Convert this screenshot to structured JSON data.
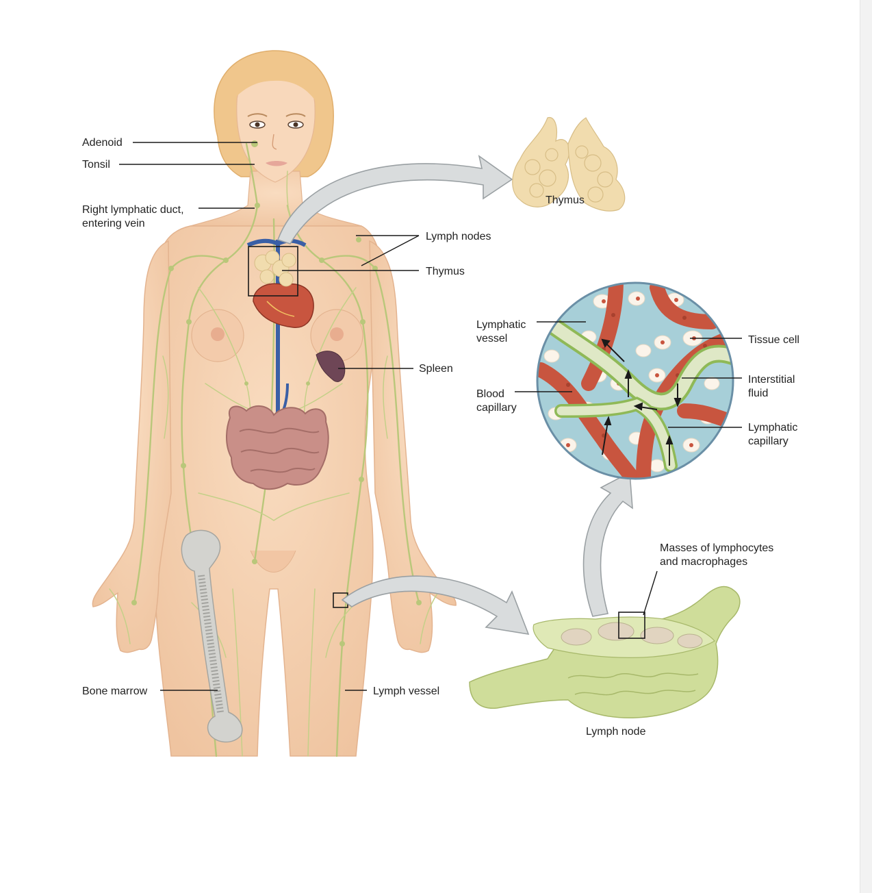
{
  "labels": {
    "adenoid": "Adenoid",
    "tonsil": "Tonsil",
    "right_duct_line1": "Right lymphatic duct,",
    "right_duct_line2": "entering vein",
    "lymph_nodes": "Lymph nodes",
    "thymus": "Thymus",
    "thymus_inset": "Thymus",
    "spleen": "Spleen",
    "bone_marrow": "Bone marrow",
    "lymph_vessel": "Lymph vessel",
    "lymphatic_vessel_line1": "Lymphatic",
    "lymphatic_vessel_line2": "vessel",
    "blood_capillary_line1": "Blood",
    "blood_capillary_line2": "capillary",
    "tissue_cell": "Tissue cell",
    "interstitial_fluid_line1": "Interstitial",
    "interstitial_fluid_line2": "fluid",
    "lymphatic_capillary_line1": "Lymphatic",
    "lymphatic_capillary_line2": "capillary",
    "masses_line1": "Masses of lymphocytes",
    "masses_line2": "and macrophages",
    "lymph_node": "Lymph node"
  },
  "colors": {
    "skin": "#f6d3b3",
    "skin_shadow": "#e8b995",
    "hair": "#f0c68c",
    "lymph": "#b9c77a",
    "vein": "#3a5fa6",
    "spleen": "#6e4656",
    "intestine": "#c98f88",
    "bone": "#d3d3cf",
    "thymus": "#f1dcae",
    "blood_capillary": "#c8553f",
    "interstitial": "#a7cfd8",
    "node": "#cfdd9a"
  },
  "icons": {
    "enlarge_arrow": "curved-arrow"
  }
}
